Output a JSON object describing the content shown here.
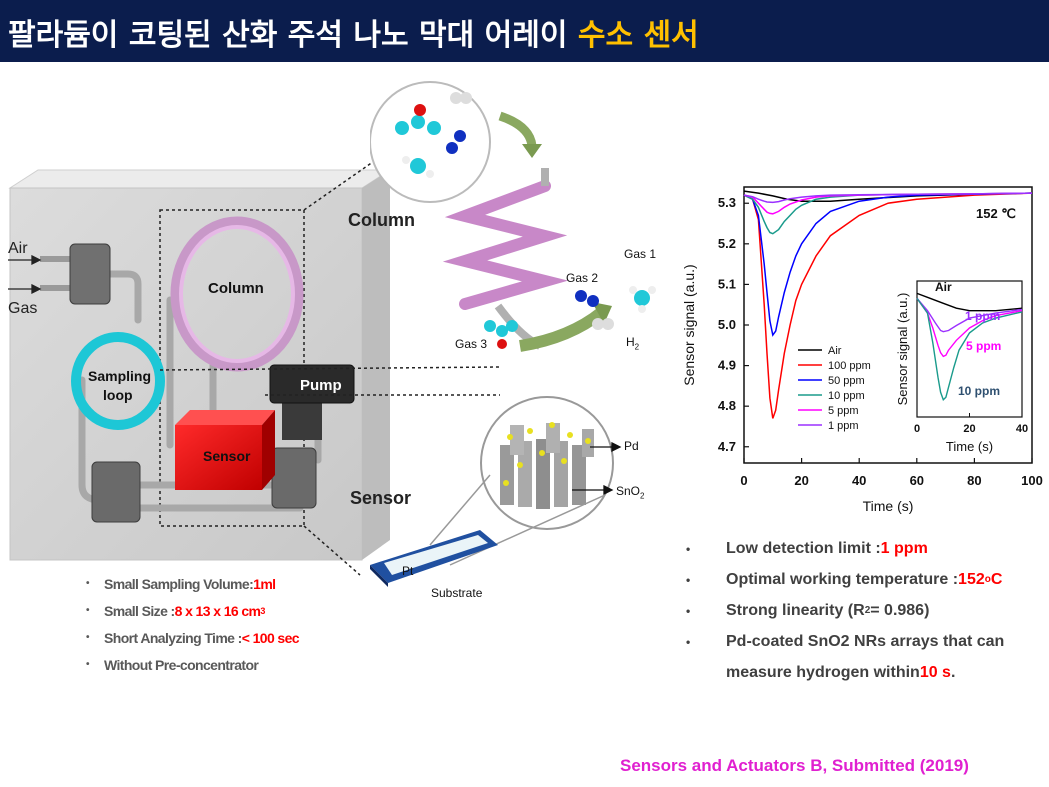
{
  "title": {
    "main": "팔라듐이 코팅된 산화 주석 나노 막대 어레이 ",
    "highlight": "수소 센서"
  },
  "device": {
    "air": "Air",
    "gas": "Gas",
    "column": "Column",
    "sampling_loop_1": "Sampling",
    "sampling_loop_2": "loop",
    "pump": "Pump",
    "sensor": "Sensor"
  },
  "molecules": {
    "column": "Column",
    "gas1": "Gas 1",
    "gas2": "Gas 2",
    "gas3": "Gas 3",
    "h2": "H",
    "h2_sub": "2"
  },
  "sensor_detail": {
    "title": "Sensor",
    "pd": "Pd",
    "sno2": "SnO",
    "sno2_sub": "2",
    "pt": "Pt",
    "substrate": "Substrate"
  },
  "left_bullets": [
    {
      "text": "Small Sampling Volume: ",
      "value": "1ml"
    },
    {
      "text": "Small Size : ",
      "value": "8 x 13 x 16 cm",
      "sup": "3"
    },
    {
      "text": "Short Analyzing Time : ",
      "value": "< 100 sec"
    },
    {
      "text": "Without Pre-concentrator",
      "value": ""
    }
  ],
  "right_bullets": {
    "b1": {
      "text": "Low detection limit : ",
      "value": "1 ppm"
    },
    "b2": {
      "text": "Optimal working temperature : ",
      "value": "152 ",
      "sup": "o",
      "unit": "C"
    },
    "b3": {
      "text": "Strong linearity (R",
      "sup": "2",
      "rest": " = 0.986)"
    },
    "b4": {
      "line1": "Pd-coated SnO2 NRs arrays that can",
      "line2": "measure hydrogen within ",
      "value": "10 s",
      "end": "."
    }
  },
  "citation": "Sensors and Actuators B, Submitted (2019)",
  "chart_data": {
    "type": "line",
    "xlabel": "Time (s)",
    "ylabel": "Sensor signal (a.u.)",
    "xlim": [
      0,
      100
    ],
    "ylim": [
      4.66,
      5.34
    ],
    "xticks": [
      0,
      20,
      40,
      60,
      80,
      100
    ],
    "yticks": [
      4.7,
      4.8,
      4.9,
      5.0,
      5.1,
      5.2,
      5.3
    ],
    "annotation": "152 ℃",
    "legend_position": "lower-left",
    "series": [
      {
        "name": "Air",
        "color": "#000000",
        "x": [
          0,
          5,
          10,
          15,
          20,
          30,
          40,
          60,
          80,
          100
        ],
        "y": [
          5.33,
          5.325,
          5.318,
          5.31,
          5.305,
          5.305,
          5.31,
          5.318,
          5.322,
          5.325
        ]
      },
      {
        "name": "100 ppm",
        "color": "#ff0000",
        "x": [
          0,
          3,
          5,
          7,
          8,
          9,
          10,
          11,
          12,
          14,
          16,
          18,
          20,
          25,
          30,
          40,
          50,
          60,
          80,
          100
        ],
        "y": [
          5.32,
          5.31,
          5.26,
          5.05,
          4.93,
          4.82,
          4.77,
          4.79,
          4.84,
          4.93,
          5.0,
          5.06,
          5.1,
          5.17,
          5.22,
          5.27,
          5.3,
          5.31,
          5.32,
          5.325
        ]
      },
      {
        "name": "50 ppm",
        "color": "#0000ff",
        "x": [
          0,
          3,
          5,
          7,
          8,
          9,
          10,
          11,
          12,
          14,
          16,
          18,
          20,
          25,
          30,
          40,
          50,
          60,
          80,
          100
        ],
        "y": [
          5.32,
          5.31,
          5.27,
          5.15,
          5.08,
          5.01,
          4.975,
          4.985,
          5.02,
          5.08,
          5.13,
          5.17,
          5.2,
          5.25,
          5.28,
          5.305,
          5.315,
          5.32,
          5.322,
          5.325
        ]
      },
      {
        "name": "10 ppm",
        "color": "#1a9b8c",
        "x": [
          0,
          3,
          5,
          7,
          8,
          9,
          10,
          12,
          14,
          16,
          18,
          20,
          25,
          30,
          40,
          60,
          80,
          100
        ],
        "y": [
          5.32,
          5.31,
          5.29,
          5.255,
          5.24,
          5.228,
          5.225,
          5.235,
          5.255,
          5.27,
          5.285,
          5.295,
          5.31,
          5.315,
          5.32,
          5.322,
          5.323,
          5.325
        ]
      },
      {
        "name": "5 ppm",
        "color": "#ff00ff",
        "x": [
          0,
          3,
          5,
          7,
          8,
          9,
          10,
          12,
          14,
          16,
          20,
          25,
          30,
          40,
          60,
          80,
          100
        ],
        "y": [
          5.32,
          5.315,
          5.3,
          5.285,
          5.278,
          5.275,
          5.274,
          5.28,
          5.29,
          5.298,
          5.308,
          5.315,
          5.318,
          5.32,
          5.322,
          5.323,
          5.325
        ]
      },
      {
        "name": "1 ppm",
        "color": "#9b30ff",
        "x": [
          0,
          3,
          5,
          7,
          8,
          10,
          12,
          14,
          16,
          20,
          25,
          30,
          40,
          60,
          80,
          100
        ],
        "y": [
          5.32,
          5.316,
          5.31,
          5.305,
          5.303,
          5.302,
          5.304,
          5.308,
          5.311,
          5.315,
          5.318,
          5.32,
          5.321,
          5.322,
          5.323,
          5.325
        ]
      }
    ],
    "inset": {
      "xlabel": "Time (s)",
      "ylabel": "Sensor signal (a.u.)",
      "xlim": [
        0,
        40
      ],
      "xticks": [
        0,
        20,
        40
      ],
      "labels": [
        "Air",
        "1 ppm",
        "5 ppm",
        "10 ppm"
      ],
      "series": [
        {
          "name": "Air",
          "color": "#000000",
          "x": [
            0,
            5,
            10,
            15,
            20,
            30,
            40
          ],
          "y": [
            1.0,
            0.98,
            0.96,
            0.94,
            0.93,
            0.93,
            0.94
          ]
        },
        {
          "name": "1 ppm",
          "color": "#9b30ff",
          "x": [
            0,
            4,
            7,
            9,
            10,
            12,
            15,
            20,
            25,
            30,
            40
          ],
          "y": [
            0.98,
            0.93,
            0.88,
            0.85,
            0.845,
            0.85,
            0.87,
            0.9,
            0.91,
            0.92,
            0.935
          ]
        },
        {
          "name": "5 ppm",
          "color": "#ff00ff",
          "x": [
            0,
            4,
            6,
            8,
            9,
            10,
            11,
            12,
            15,
            20,
            25,
            30,
            40
          ],
          "y": [
            0.98,
            0.92,
            0.86,
            0.79,
            0.76,
            0.745,
            0.75,
            0.77,
            0.81,
            0.86,
            0.89,
            0.91,
            0.93
          ]
        },
        {
          "name": "10 ppm",
          "color": "#1a9b8c",
          "x": [
            0,
            4,
            6,
            8,
            9,
            10,
            11,
            12,
            14,
            16,
            20,
            25,
            30,
            40
          ],
          "y": [
            0.98,
            0.92,
            0.8,
            0.66,
            0.6,
            0.57,
            0.58,
            0.62,
            0.7,
            0.77,
            0.84,
            0.88,
            0.9,
            0.925
          ]
        }
      ]
    }
  }
}
